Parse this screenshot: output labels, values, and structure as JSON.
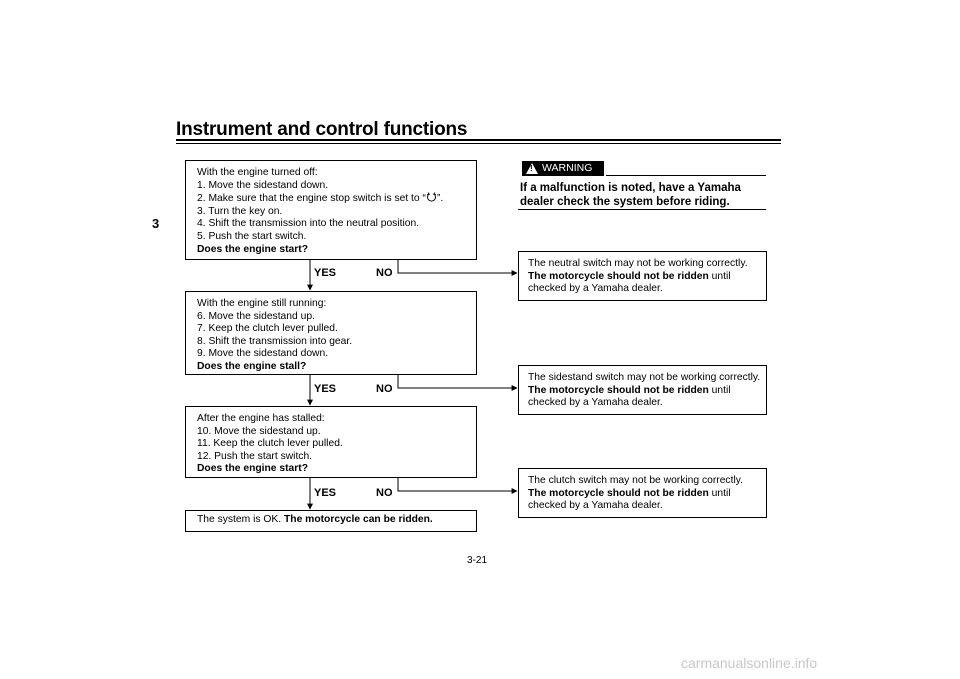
{
  "header": {
    "title": "Instrument and control functions",
    "chapter": "3"
  },
  "flowchart": {
    "step1": {
      "lines": [
        "With the engine turned off:",
        "1. Move the sidestand down.",
        "2. Make sure that the engine stop switch is set to “",
        "”.",
        "3. Turn the key on.",
        "4. Shift the transmission into the neutral position.",
        "5. Push the start switch."
      ],
      "question": "Does the engine start?"
    },
    "step2": {
      "lines": [
        "With the engine still running:",
        "6. Move the sidestand up.",
        "7. Keep the clutch lever pulled.",
        "8. Shift the transmission into gear.",
        "9. Move the sidestand down."
      ],
      "question": "Does the engine stall?"
    },
    "step3": {
      "lines": [
        "After the engine has stalled:",
        "10. Move the sidestand up.",
        "11. Keep the clutch lever pulled.",
        "12. Push the start switch."
      ],
      "question": "Does the engine start?"
    },
    "ok": {
      "text": "The system is OK.",
      "bold": "The motorcycle can be ridden."
    },
    "yes_label": "YES",
    "no_label": "NO",
    "results": [
      {
        "text": "The neutral switch may not be working correctly.",
        "bold": "The motorcycle should not be ridden",
        "after": "until",
        "last": "checked by a Yamaha dealer."
      },
      {
        "text": "The sidestand switch may not be working correctly.",
        "bold": "The motorcycle should not be ridden",
        "after": "until",
        "last": "checked by a Yamaha dealer."
      },
      {
        "text": "The clutch switch may not be working correctly.",
        "bold": "The motorcycle should not be ridden",
        "after": "until",
        "last": "checked by a Yamaha dealer."
      }
    ]
  },
  "warning": {
    "badge": "WARNING",
    "text": "If a malfunction is noted, have a Yamaha dealer check the system before riding."
  },
  "footer": {
    "page_number": "3-21",
    "watermark": "carmanualsonline.info"
  },
  "icons": {
    "warning": "warning-triangle-icon",
    "engine_stop_run": "engine-run-symbol-icon"
  }
}
